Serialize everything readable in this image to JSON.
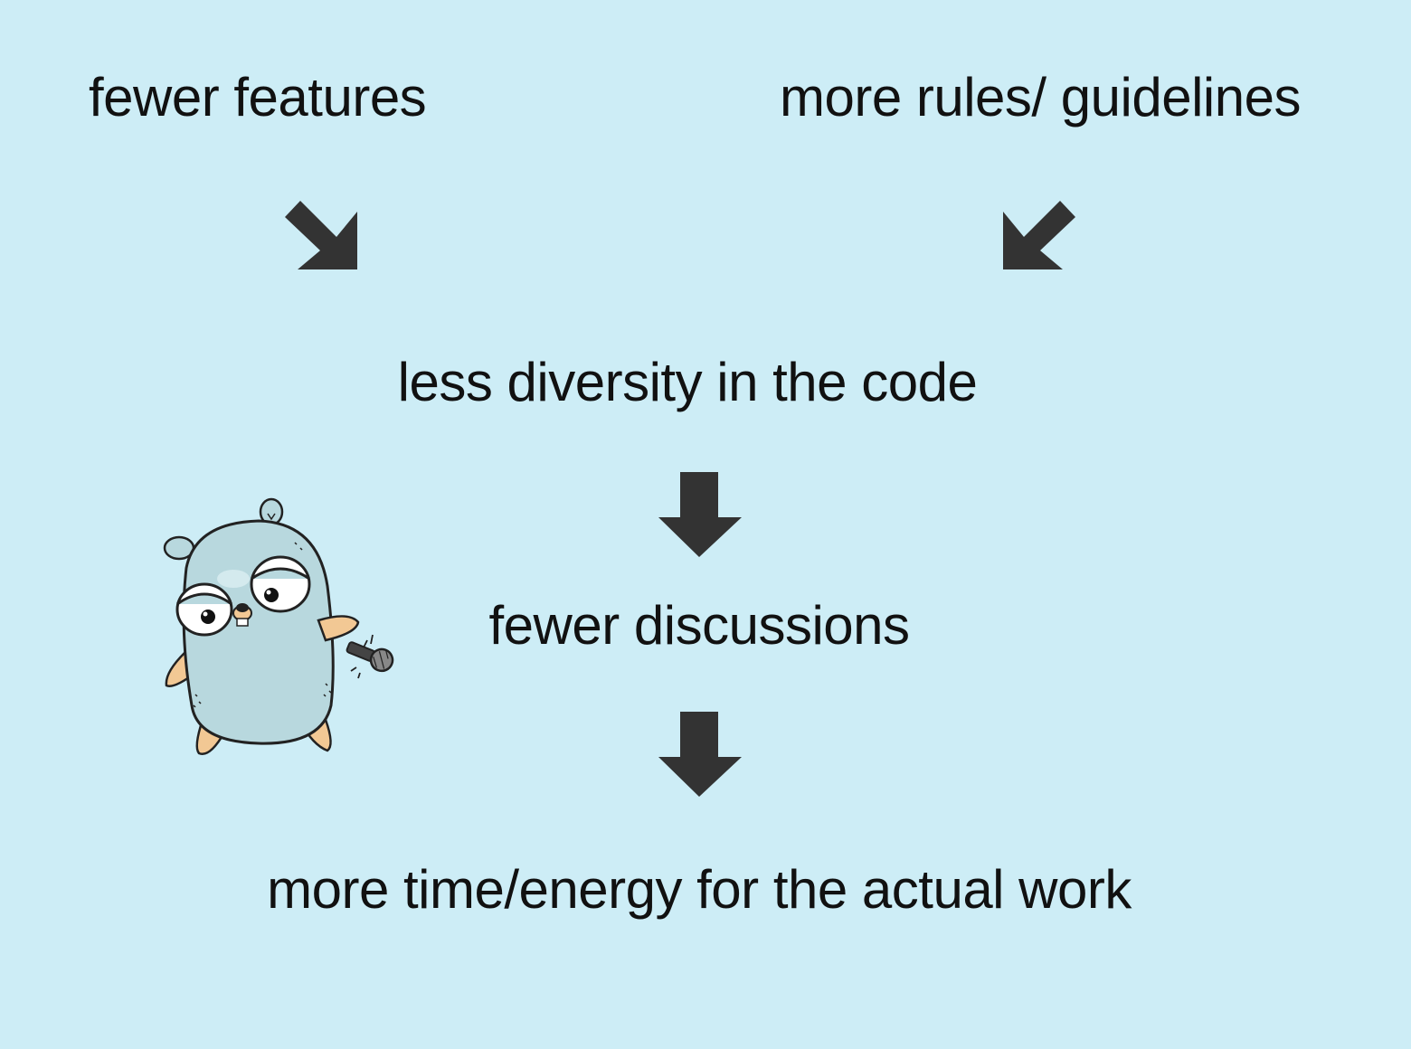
{
  "diagram": {
    "sources": {
      "left": "fewer features",
      "right": "more rules/ guidelines"
    },
    "steps": [
      "less diversity in the code",
      "fewer discussions",
      "more time/energy for the actual work"
    ]
  },
  "colors": {
    "background": "#cdedf6",
    "text": "#111111",
    "arrow": "#333333",
    "gopher_body": "#b8d8de",
    "gopher_paws": "#f2c894"
  },
  "icons": {
    "arrow_left": "arrow-down-right-icon",
    "arrow_right": "arrow-down-left-icon",
    "arrow_down": "arrow-down-icon",
    "mascot": "gopher-with-microphone-icon"
  }
}
